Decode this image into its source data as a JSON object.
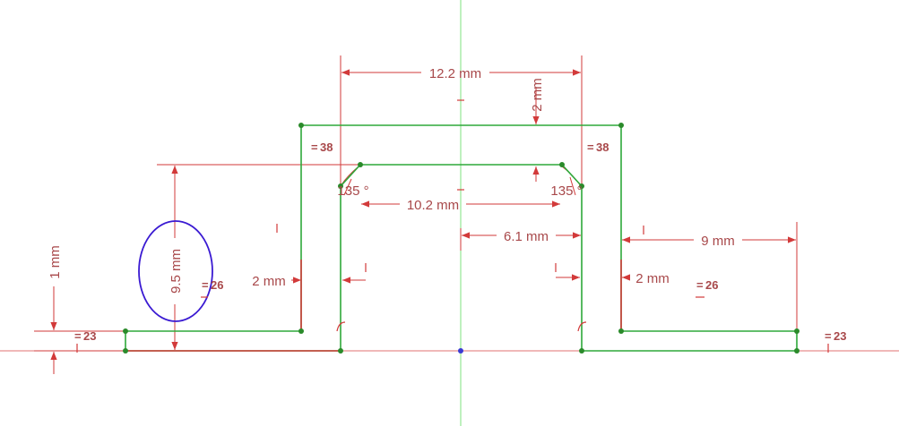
{
  "colors": {
    "geometry": "#2ea83a",
    "dimension": "#d23a3a",
    "dimension_text": "#a8484a",
    "axis_vertical": "#7ee07e",
    "axis_horizontal": "#e07070",
    "origin": "#3a3ad2",
    "circle": "#3a1ad2",
    "vertex": "#2a8a2a"
  },
  "dimensions": {
    "top_width": "12.2 mm",
    "wall_thickness_top": "2 mm",
    "inner_width": "10.2 mm",
    "half_width": "6.1 mm",
    "flange_width": "9 mm",
    "height": "9.5 mm",
    "left_wall": "2 mm",
    "right_wall": "2 mm",
    "base_thickness": "1 mm",
    "angle_left": "135 °",
    "angle_right": "135 °"
  },
  "constraints": {
    "eq_38_left": "38",
    "eq_38_right": "38",
    "eq_26_left": "26",
    "eq_26_right": "26",
    "eq_23_left": "23",
    "eq_23_right": "23"
  }
}
